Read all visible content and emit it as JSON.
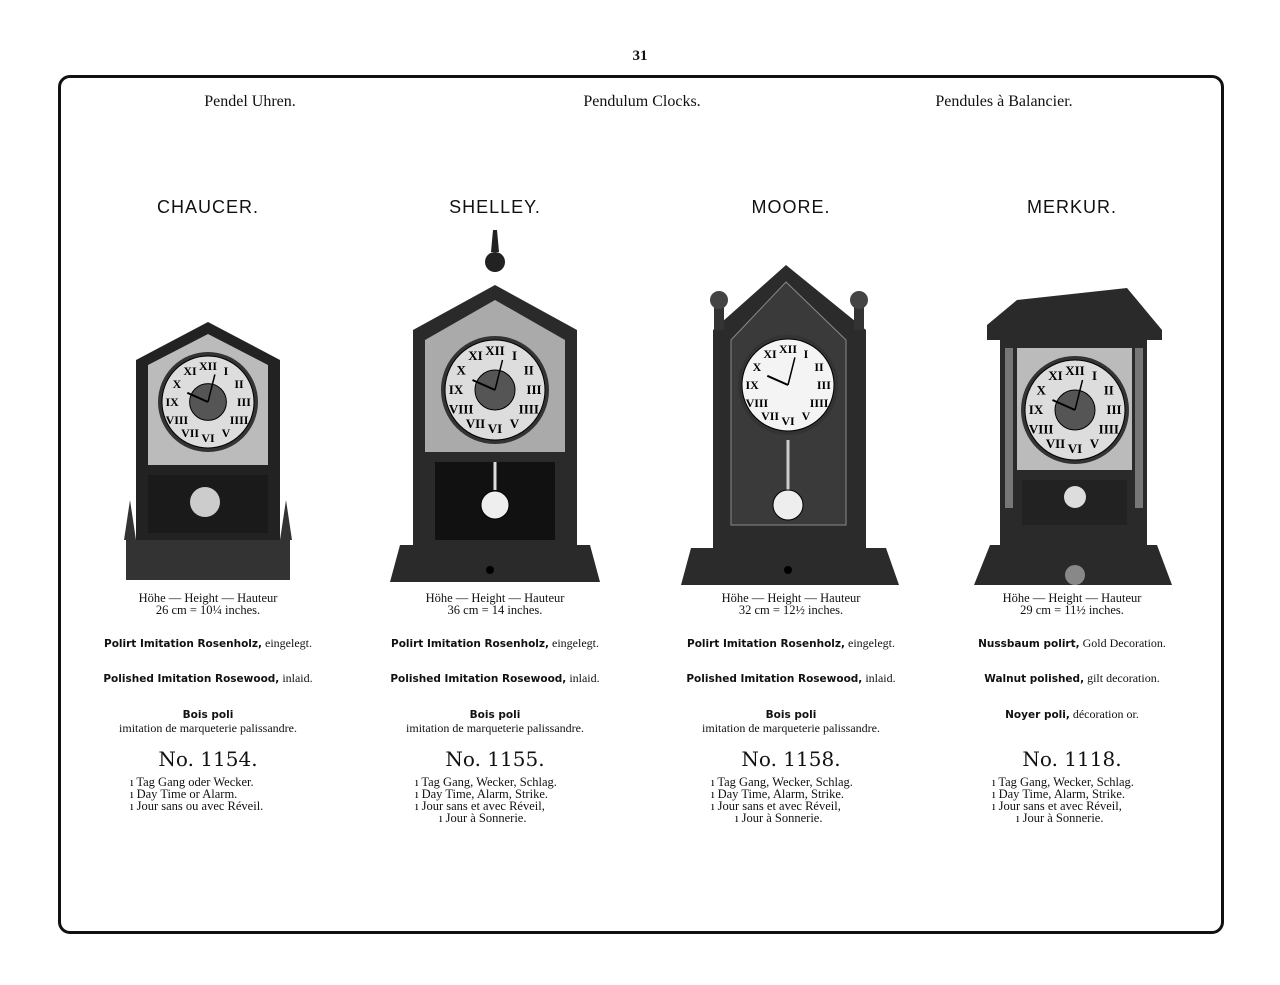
{
  "page_number": "31",
  "headers": [
    "Pendel Uhren.",
    "Pendulum Clocks.",
    "Pendules à Balancier."
  ],
  "height_label": "Höhe — Height — Hauteur",
  "clocks": [
    {
      "name": "CHAUCER.",
      "height": "26 cm = 10¼ inches.",
      "material_de_bold": "Polirt Imitation Rosenholz,",
      "material_de": " eingelegt.",
      "material_en_bold": "Polished Imitation Rosewood,",
      "material_en": " inlaid.",
      "material_fr_bold": "Bois poli",
      "material_fr": "imitation de marqueterie palissandre.",
      "number": "No. 1154.",
      "features": [
        "ı Tag Gang oder Wecker.",
        "ı Day Time or Alarm.",
        "ı Jour sans ou avec Réveil."
      ]
    },
    {
      "name": "SHELLEY.",
      "height": "36 cm = 14 inches.",
      "material_de_bold": "Polirt Imitation Rosenholz,",
      "material_de": " eingelegt.",
      "material_en_bold": "Polished Imitation Rosewood,",
      "material_en": " inlaid.",
      "material_fr_bold": "Bois poli",
      "material_fr": "imitation de marqueterie palissandre.",
      "number": "No. 1155.",
      "features": [
        "ı Tag Gang, Wecker, Schlag.",
        "ı Day Time, Alarm, Strike.",
        "ı Jour sans et avec Réveil,",
        "ı Jour à Sonnerie."
      ]
    },
    {
      "name": "MOORE.",
      "height": "32 cm = 12½ inches.",
      "material_de_bold": "Polirt Imitation Rosenholz,",
      "material_de": " eingelegt.",
      "material_en_bold": "Polished Imitation Rosewood,",
      "material_en": " inlaid.",
      "material_fr_bold": "Bois poli",
      "material_fr": "imitation de marqueterie palissandre.",
      "number": "No. 1158.",
      "features": [
        "ı Tag Gang, Wecker, Schlag.",
        "ı Day Time, Alarm, Strike.",
        "ı Jour sans et avec Réveil,",
        "ı Jour à Sonnerie."
      ]
    },
    {
      "name": "MERKUR.",
      "height": "29 cm = 11½ inches.",
      "material_de_bold": "Nussbaum polirt,",
      "material_de": " Gold Decoration.",
      "material_en_bold": "Walnut polished,",
      "material_en": " gilt decoration.",
      "material_fr_bold": "Noyer poli,",
      "material_fr": " décoration or.",
      "number": "No. 1118.",
      "features": [
        "ı Tag Gang, Wecker, Schlag.",
        "ı Day Time, Alarm, Strike.",
        "ı Jour sans et avec Réveil,",
        "ı Jour à Sonnerie."
      ]
    }
  ]
}
